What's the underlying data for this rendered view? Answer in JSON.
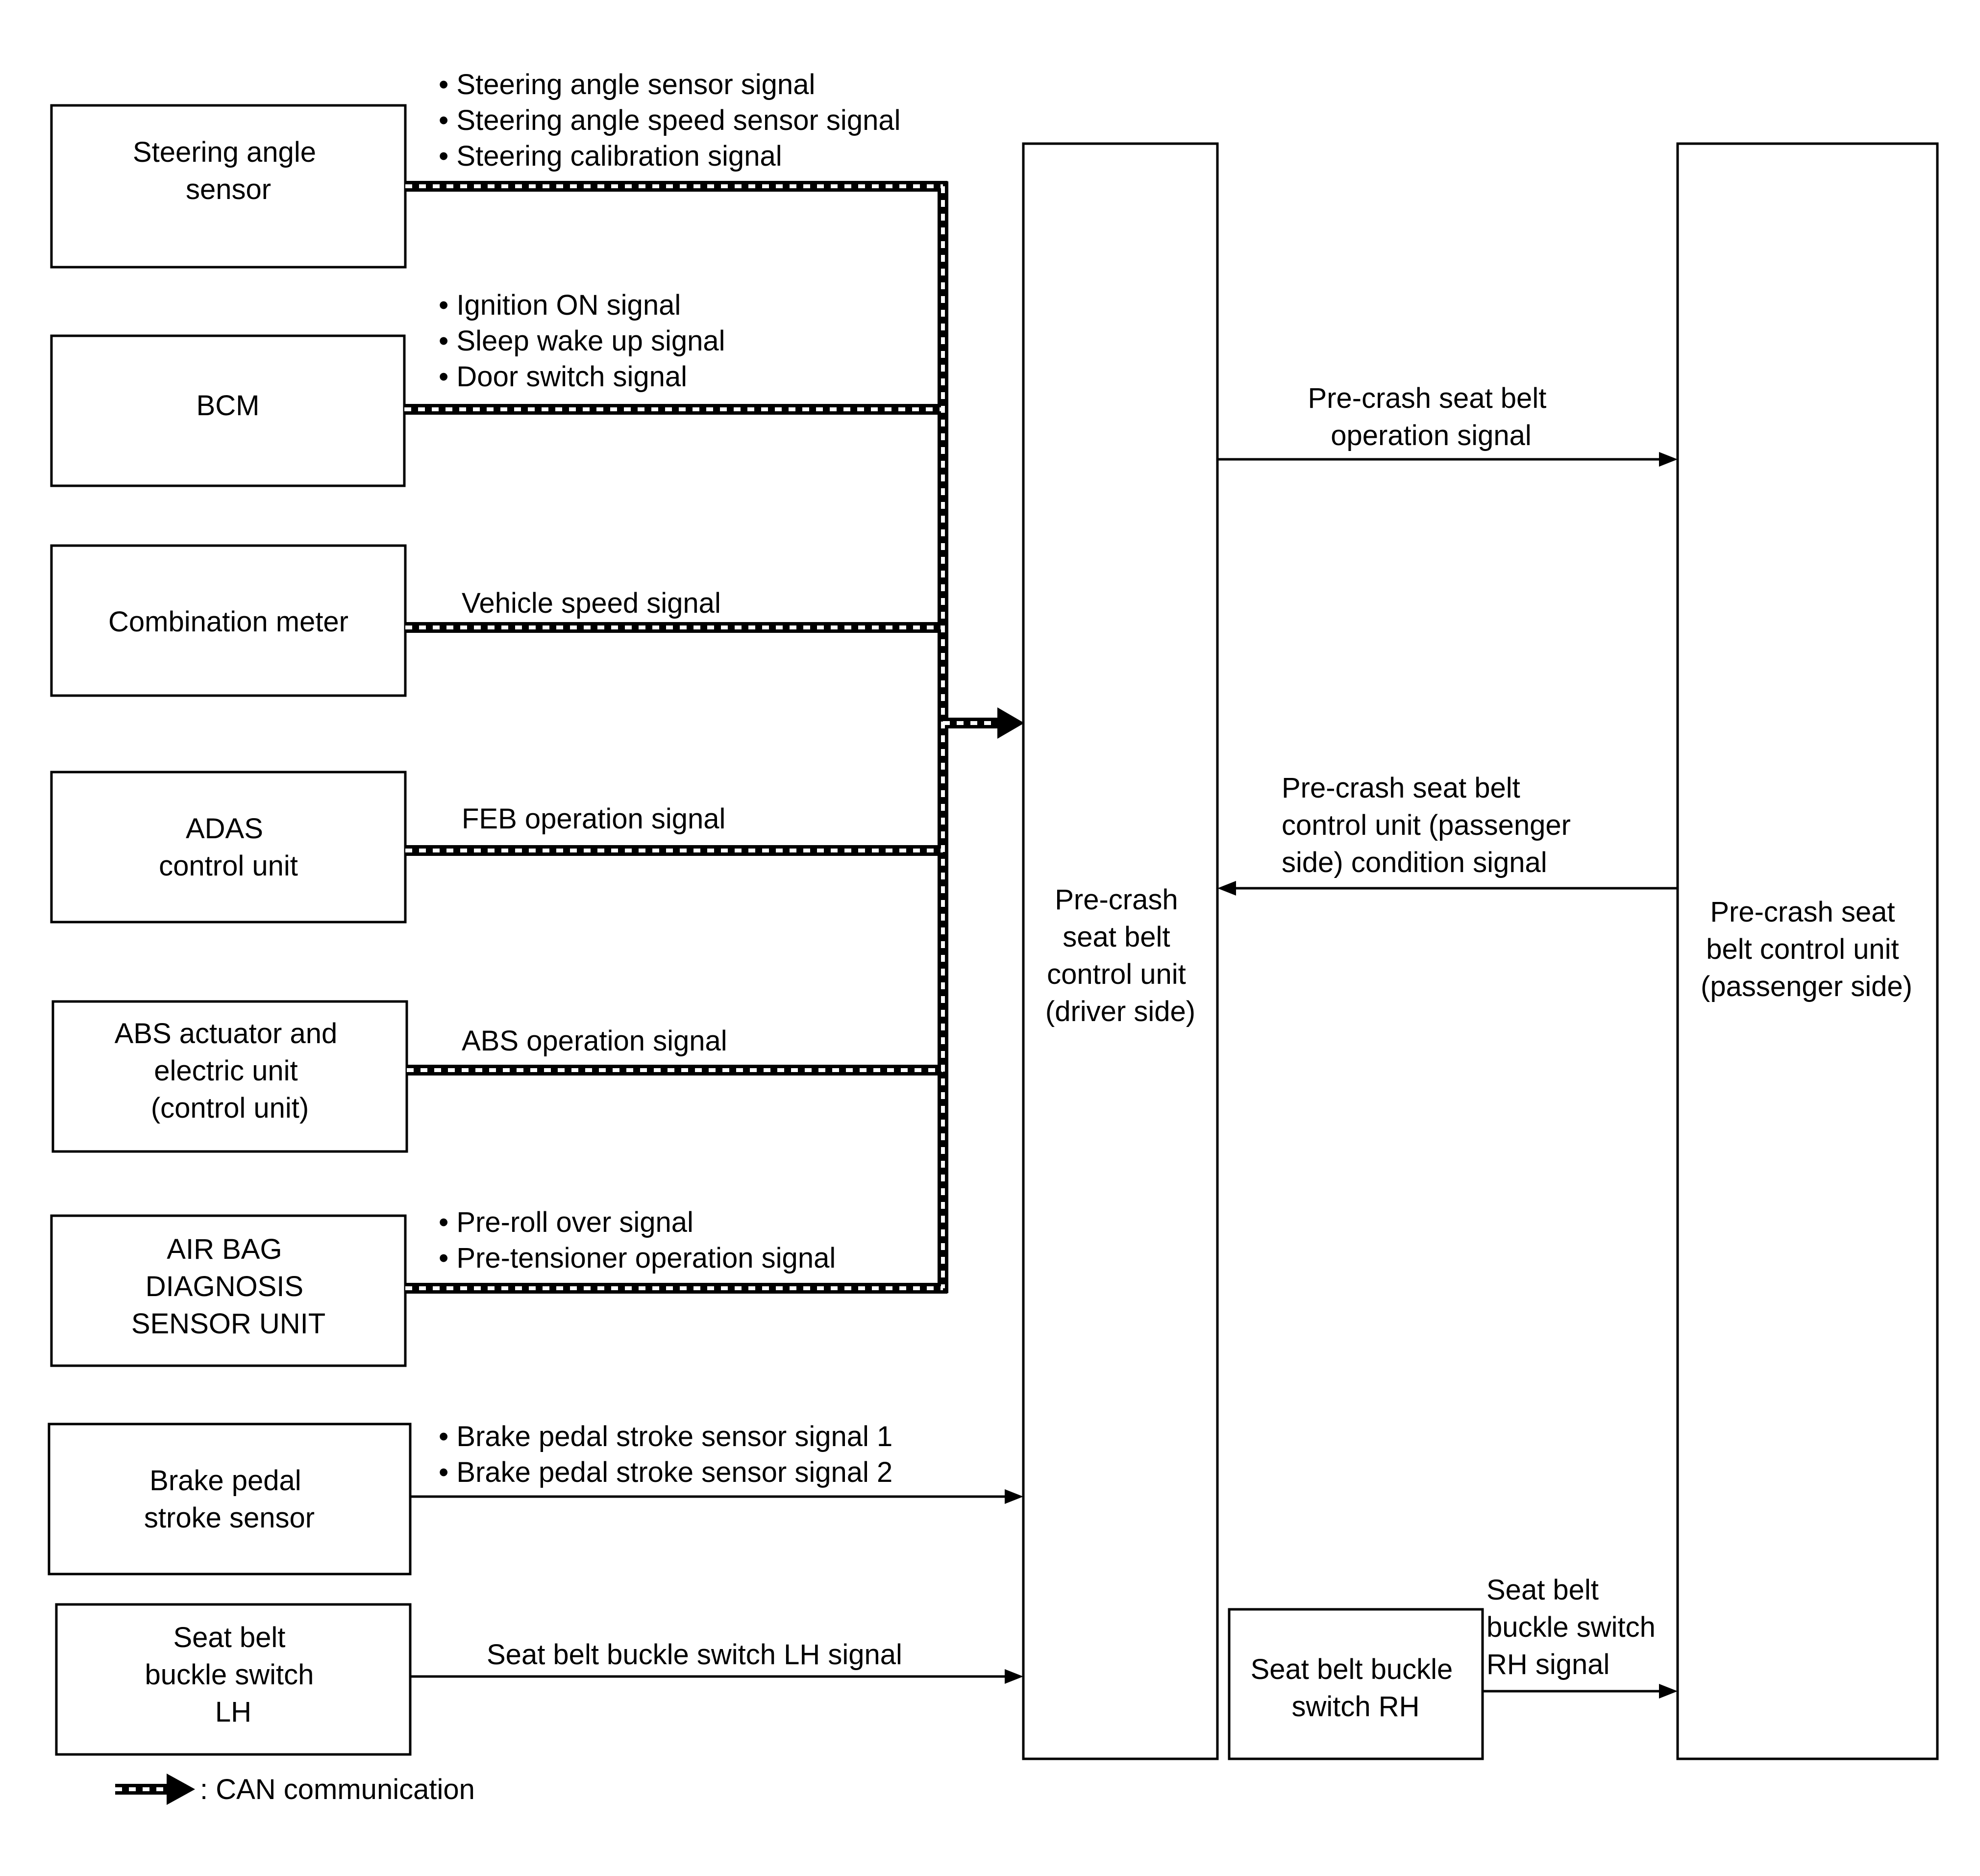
{
  "colors": {
    "line": "#000000",
    "background": "#ffffff"
  },
  "units": {
    "steering": {
      "label": [
        "Steering angle",
        "sensor"
      ]
    },
    "bcm": {
      "label": [
        "BCM"
      ]
    },
    "meter": {
      "label": [
        "Combination meter"
      ]
    },
    "adas": {
      "label": [
        "ADAS",
        "control unit"
      ]
    },
    "abs": {
      "label": [
        "ABS actuator and",
        "electric unit",
        "(control unit)"
      ]
    },
    "airbag": {
      "label": [
        "AIR BAG",
        "DIAGNOSIS",
        "SENSOR UNIT"
      ]
    },
    "brake": {
      "label": [
        "Brake pedal",
        "stroke sensor"
      ]
    },
    "lh": {
      "label": [
        "Seat belt",
        "buckle switch",
        "LH"
      ]
    },
    "driver": {
      "label": [
        "Pre-crash",
        "seat belt",
        "control unit",
        "(driver side)"
      ]
    },
    "rh": {
      "label": [
        "Seat belt buckle",
        "switch RH"
      ]
    },
    "passenger": {
      "label": [
        "Pre-crash seat",
        "belt control unit",
        "(passenger side)"
      ]
    }
  },
  "signals": {
    "steering": [
      "• Steering angle sensor signal",
      "• Steering angle speed sensor signal",
      "• Steering calibration signal"
    ],
    "bcm": [
      "• Ignition ON signal",
      "• Sleep wake up signal",
      "• Door switch signal"
    ],
    "meter": [
      "Vehicle speed signal"
    ],
    "adas": [
      "FEB operation signal"
    ],
    "abs": [
      "ABS operation signal"
    ],
    "airbag": [
      "• Pre-roll over signal",
      "• Pre-tensioner operation signal"
    ],
    "brake": [
      "• Brake pedal stroke sensor signal 1",
      "• Brake pedal stroke sensor signal 2"
    ],
    "lh": [
      "Seat belt buckle switch LH signal"
    ],
    "driver_to_passenger": [
      "Pre-crash seat belt",
      "operation signal"
    ],
    "passenger_to_driver": [
      "Pre-crash seat belt",
      "control unit (passenger",
      "side) condition signal"
    ],
    "rh": [
      "Seat belt",
      "buckle switch",
      "RH signal"
    ]
  },
  "legend": {
    "text": ": CAN communication"
  }
}
